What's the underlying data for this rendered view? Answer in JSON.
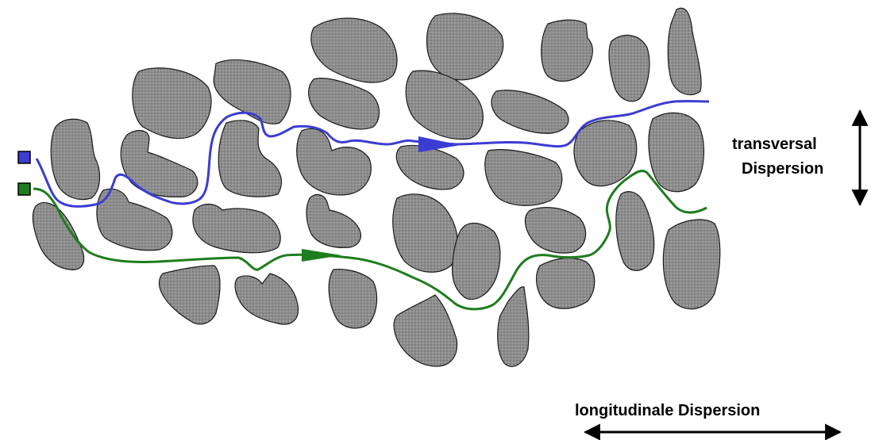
{
  "labels": {
    "transversal_line1": "transversal",
    "transversal_line2": "Dispersion",
    "longitudinal": "longitudinale Dispersion"
  },
  "colors": {
    "grain_fill": "#8c8c8c",
    "grain_stroke": "#1a1a1a",
    "path_blue": "#3c3cd2",
    "path_green": "#1e7d1e",
    "arrow": "#000000"
  }
}
